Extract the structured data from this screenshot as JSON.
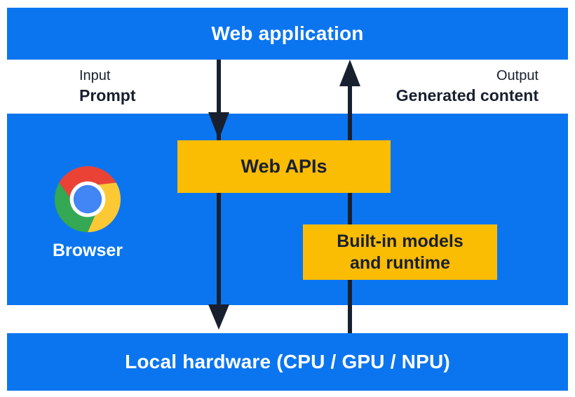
{
  "colors": {
    "blue": "#0b75f0",
    "yellow": "#fbbc04",
    "dark": "#18202f",
    "white": "#ffffff",
    "chrome_red": "#ea4335",
    "chrome_green": "#34a853",
    "chrome_yellow": "#fcc934",
    "chrome_blue": "#4285f4",
    "chrome_ring": "#ffffff"
  },
  "layers": {
    "web_application": "Web application",
    "local_hardware": "Local hardware (CPU / GPU / NPU)"
  },
  "io": {
    "input_title": "Input",
    "input_value": "Prompt",
    "output_title": "Output",
    "output_value": "Generated content"
  },
  "browser": {
    "label": "Browser",
    "logo": "chrome-logo"
  },
  "boxes": {
    "web_apis": "Web APIs",
    "built_in_models_line1": "Built-in models",
    "built_in_models_line2": "and runtime"
  },
  "arrows": {
    "down": "prompt-flow-down",
    "up": "generated-content-flow-up"
  }
}
